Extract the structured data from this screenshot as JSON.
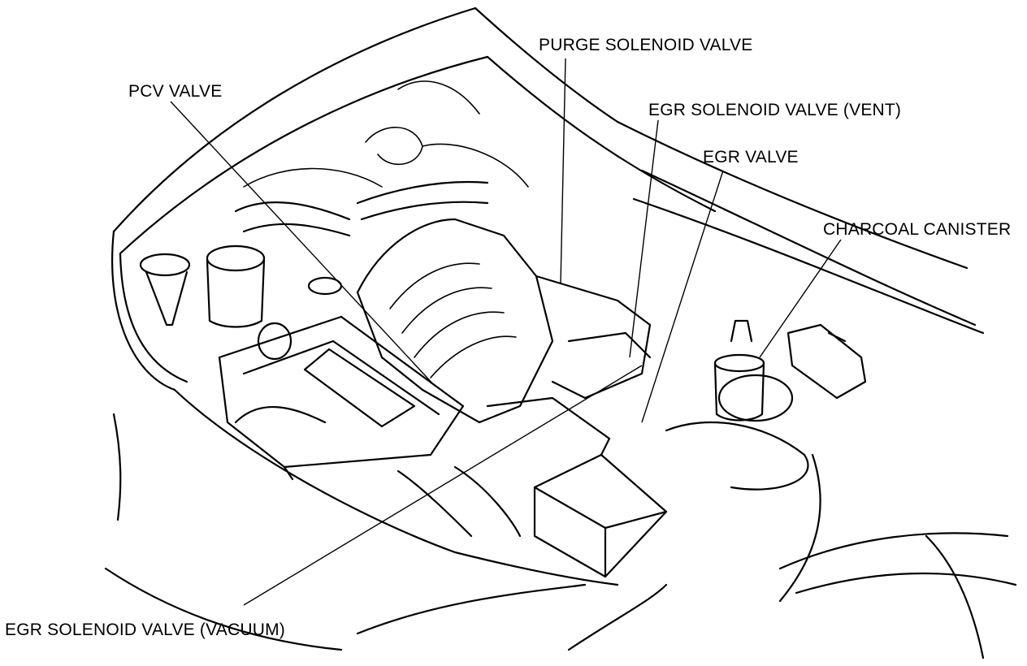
{
  "labels": {
    "purge_solenoid": "PURGE SOLENOID VALVE",
    "pcv_valve": "PCV VALVE",
    "egr_solenoid_vent": "EGR SOLENOID VALVE (VENT)",
    "egr_valve": "EGR VALVE",
    "charcoal_canister": "CHARCOAL CANISTER",
    "egr_solenoid_vacuum": "EGR SOLENOID VALVE (VACUUM)"
  }
}
